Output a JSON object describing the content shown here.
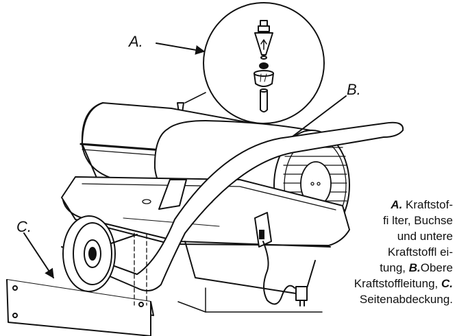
{
  "labels": {
    "a": "A.",
    "b": "B.",
    "c": "C."
  },
  "caption": {
    "a_key": "A.",
    "a_text": " Kraftstof-",
    "line2": "fi lter, Buchse",
    "line3": "und untere",
    "line4": "Kraftstoffl ei-",
    "line5_pre": "tung, ",
    "b_key": "B.",
    "b_text": "Obere",
    "line6_pre": "Kraftstoffleitung, ",
    "c_key": "C.",
    "line7": "Seitenabdeckung."
  },
  "parts": [
    "fuel-filter",
    "bushing",
    "lower-fuel-line",
    "upper-fuel-line",
    "side-cover",
    "heater",
    "fan-grille",
    "wheel",
    "handle",
    "power-cord"
  ]
}
